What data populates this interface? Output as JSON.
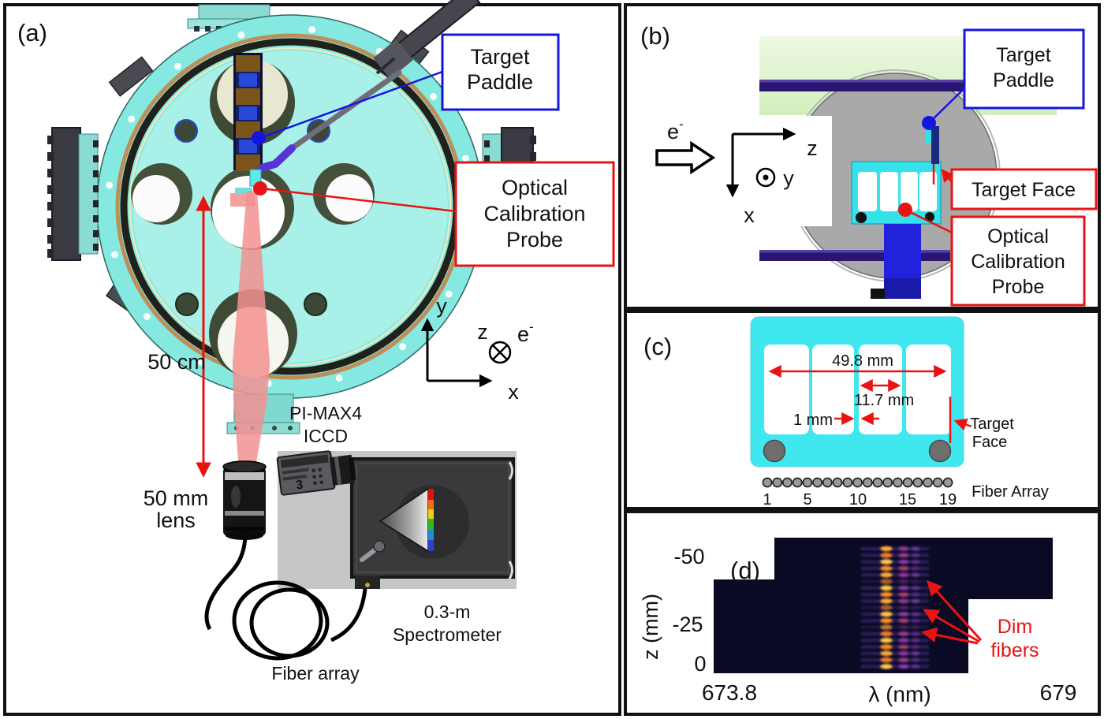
{
  "panels": {
    "a": {
      "label": "(a)",
      "box_target_paddle": [
        "Target",
        "Paddle"
      ],
      "box_probe": [
        "Optical",
        "Calibration",
        "Probe"
      ],
      "distance_label": "50 cm",
      "lens_label": [
        "50 mm",
        "lens"
      ],
      "camera_label": [
        "PI-MAX4",
        "ICCD"
      ],
      "camera_badge": "3",
      "spectrometer_label": [
        "0.3-m",
        "Spectrometer"
      ],
      "fiber_label": "Fiber array",
      "axis_y": "y",
      "axis_x": "x",
      "axis_z": "z",
      "electron": "e",
      "electron_sup": "-"
    },
    "b": {
      "label": "(b)",
      "box_target_paddle": [
        "Target",
        "Paddle"
      ],
      "box_target_face": "Target Face",
      "box_probe": [
        "Optical",
        "Calibration",
        "Probe"
      ],
      "axis_z": "z",
      "axis_x": "x",
      "axis_y": "y",
      "electron": "e",
      "electron_sup": "-"
    },
    "c": {
      "label": "(c)",
      "dim_width": "49.8 mm",
      "dim_window": "11.7 mm",
      "dim_gap": "1 mm",
      "target_face": [
        "Target",
        "Face"
      ],
      "fiber_array_label": "Fiber Array",
      "fiber_ticks": [
        "1",
        "5",
        "10",
        "15",
        "19"
      ],
      "fiber_count": 19
    },
    "d": {
      "label": "(d)",
      "ylabel": "z (mm)",
      "ytick_top": "-50",
      "ytick_mid": "-25",
      "ytick_bot": "0",
      "xmin": "673.8",
      "xlabel": "λ (nm)",
      "xmax": "679",
      "dim_fibers": [
        "Dim",
        "fibers"
      ]
    }
  },
  "colors": {
    "accent_blue": "#1515e0",
    "accent_red": "#e81414",
    "chamber_cyan": "#85e9e1",
    "chamber_face": "#a8f0e8",
    "paddle_cyan": "#3fe7ee",
    "probe_blue": "#2222dc",
    "rail_purple": "#2a1670",
    "beam_pink": "#f29090",
    "image_background": "#0b0a24",
    "spectrum_orange": "#ffab33",
    "spectrum_purple": "#8a3ec0"
  },
  "chart_data": {
    "type": "heatmap",
    "panel": "d",
    "description": "ICCD spectrometer image of the 19-fiber array viewing the optical calibration probe; vertical position z of each fiber vs wavelength",
    "xlabel": "λ (nm)",
    "ylabel": "z (mm)",
    "x_range": [
      673.8,
      679
    ],
    "y_ticks": [
      -50,
      -25,
      0
    ],
    "n_fibers": 19,
    "emission_lines_nm": [
      676.4,
      676.7,
      676.9
    ],
    "line_relative_intensity": [
      1.0,
      0.6,
      0.42
    ],
    "dim_fiber_rows_from_top": [
      6,
      10,
      13
    ],
    "annotation": "Dim fibers",
    "legend": "none",
    "grid": false
  }
}
